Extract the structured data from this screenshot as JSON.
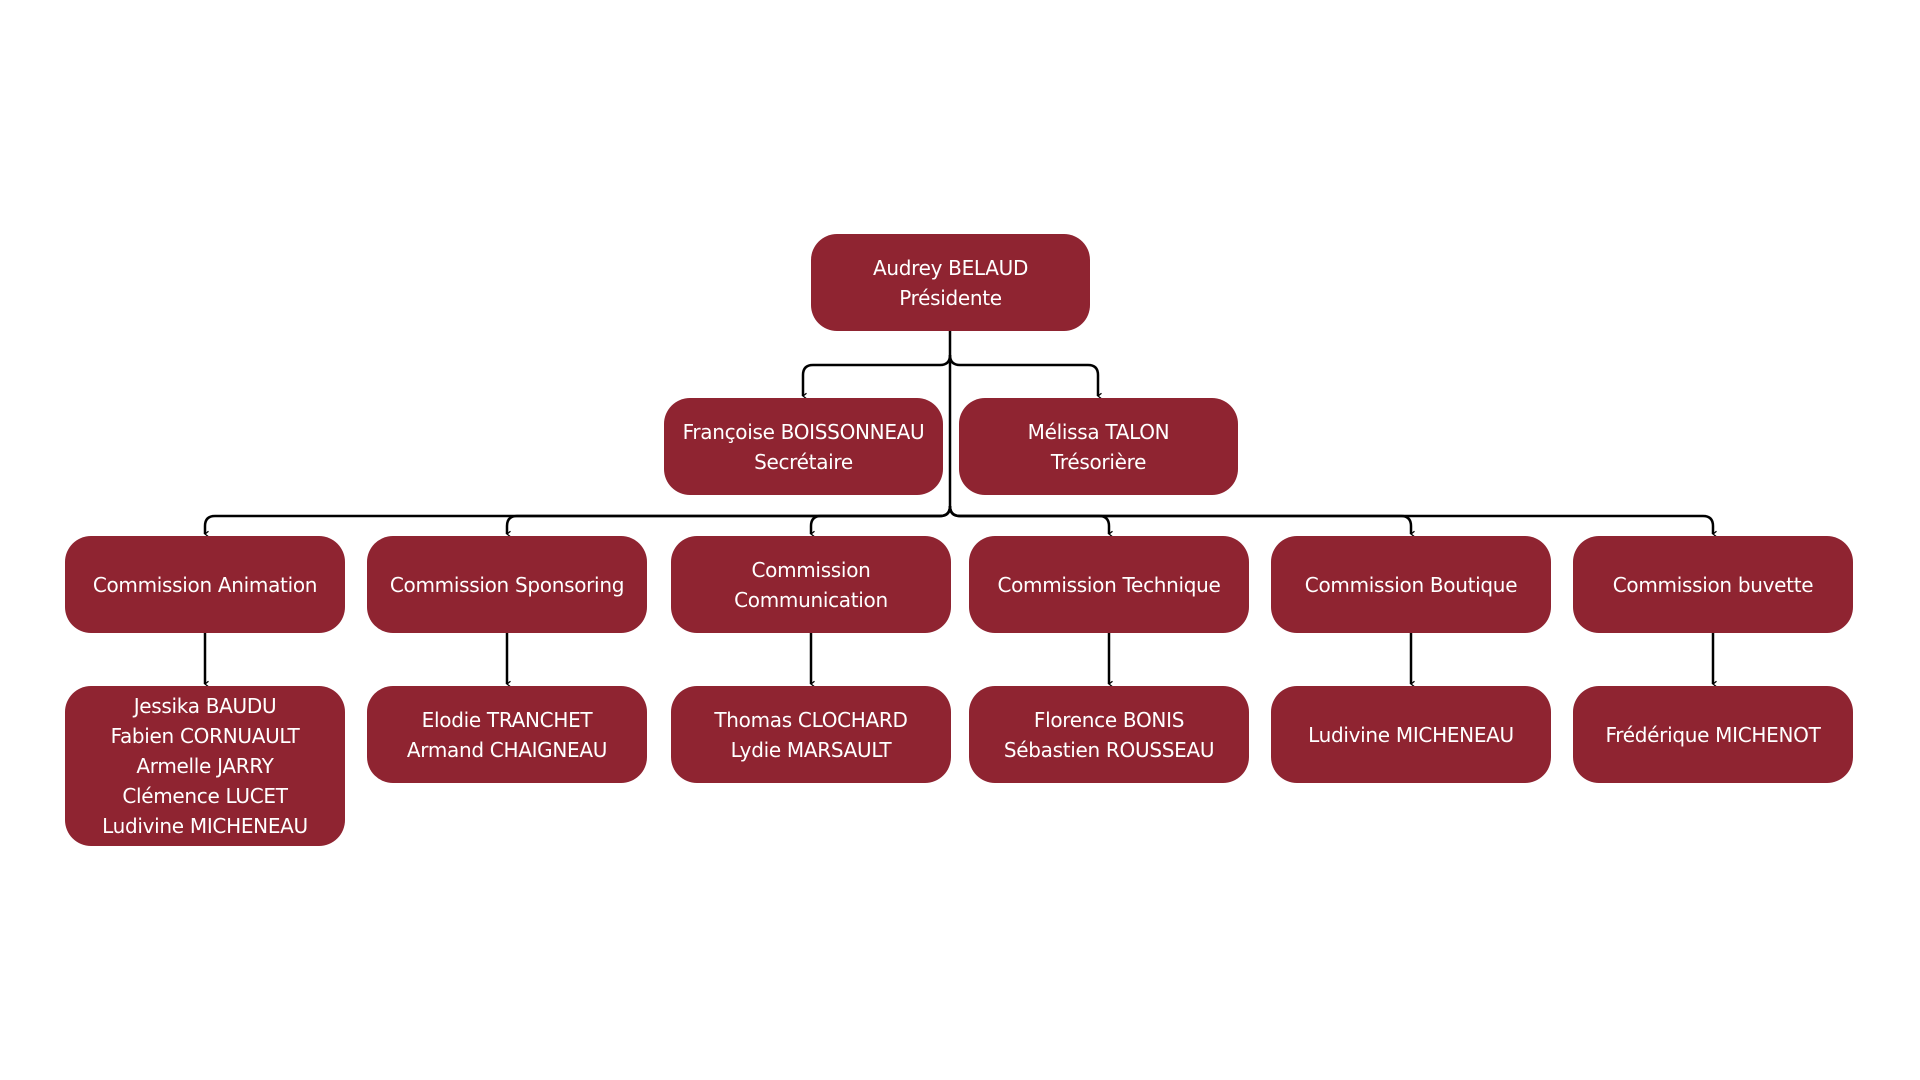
{
  "president": {
    "name": "Audrey BELAUD",
    "role": "Présidente"
  },
  "officers": [
    {
      "name": "Françoise BOISSONNEAU",
      "role": "Secrétaire"
    },
    {
      "name": "Mélissa TALON",
      "role": "Trésorière"
    }
  ],
  "commissions": [
    {
      "title": [
        "Commission Animation"
      ],
      "members": [
        "Jessika BAUDU",
        "Fabien CORNUAULT",
        "Armelle JARRY",
        "Clémence LUCET",
        "Ludivine MICHENEAU"
      ]
    },
    {
      "title": [
        "Commission Sponsoring"
      ],
      "members": [
        "Elodie TRANCHET",
        "Armand CHAIGNEAU"
      ]
    },
    {
      "title": [
        "Commission",
        "Communication"
      ],
      "members": [
        "Thomas CLOCHARD",
        "Lydie MARSAULT"
      ]
    },
    {
      "title": [
        "Commission Technique"
      ],
      "members": [
        "Florence BONIS",
        "Sébastien ROUSSEAU"
      ]
    },
    {
      "title": [
        "Commission Boutique"
      ],
      "members": [
        "Ludivine MICHENEAU"
      ]
    },
    {
      "title": [
        "Commission buvette"
      ],
      "members": [
        "Frédérique MICHENOT"
      ]
    }
  ],
  "colors": {
    "box": "#8f2431",
    "text": "#ffffff",
    "line": "#000000"
  }
}
